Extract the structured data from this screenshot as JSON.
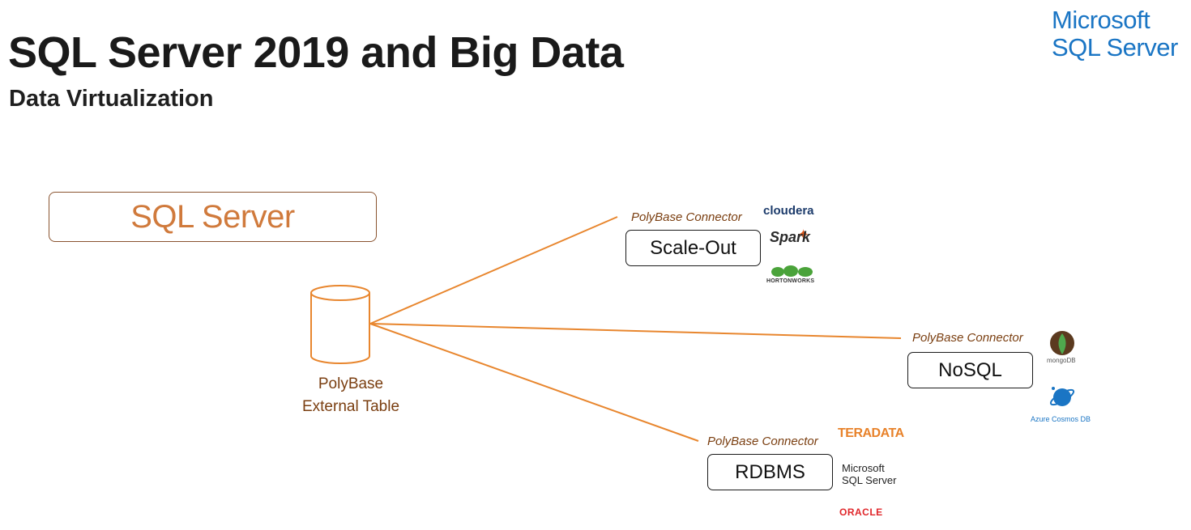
{
  "header": {
    "title": "SQL Server 2019 and Big Data",
    "subtitle": "Data Virtualization"
  },
  "brand": {
    "line1": "Microsoft",
    "line2": "SQL Server",
    "color": "#1a75c4"
  },
  "source": {
    "label": "SQL Server",
    "color": "#d07a3c"
  },
  "external_table": {
    "line1": "PolyBase",
    "line2": "External Table"
  },
  "connections": [
    {
      "label": "PolyBase Connector",
      "target": "Scale-Out",
      "logos": [
        "cloudera",
        "Spark",
        "HORTONWORKS"
      ]
    },
    {
      "label": "PolyBase Connector",
      "target": "NoSQL",
      "logos": [
        "mongoDB",
        "Azure Cosmos DB"
      ]
    },
    {
      "label": "PolyBase Connector",
      "target": "RDBMS",
      "logos": [
        "TERADATA",
        "Microsoft SQL Server",
        "ORACLE"
      ]
    }
  ],
  "logos": {
    "cloudera": "cloudera",
    "spark": "Spark",
    "spark_mark": "✦",
    "hortonworks": "HORTONWORKS",
    "mongodb": "mongoDB",
    "cosmos": "Azure Cosmos DB",
    "teradata": "TERADATA",
    "mssql_line1": "Microsoft",
    "mssql_line2": "SQL Server",
    "oracle": "ORACLE"
  },
  "colors": {
    "connector_line": "#e8862e",
    "connector_text": "#7a3e10",
    "cylinder_stroke": "#e8862e"
  }
}
